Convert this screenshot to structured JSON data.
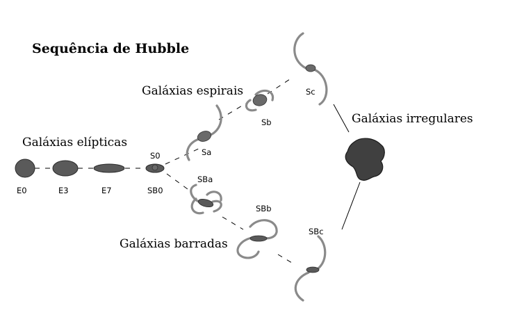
{
  "title": "Sequência de Hubble",
  "groups": {
    "elliptical": "Galáxias elípticas",
    "spiral": "Galáxias espirais",
    "irregular": "Galáxias irregulares",
    "barred": "Galáxias barradas"
  },
  "types": {
    "e0": "E0",
    "e3": "E3",
    "e7": "E7",
    "sbo": "SB0",
    "s0": "S0",
    "sa": "Sa",
    "sb": "Sb",
    "sc": "Sc",
    "sba": "SBa",
    "sbb": "SBb",
    "sbc": "SBc"
  }
}
